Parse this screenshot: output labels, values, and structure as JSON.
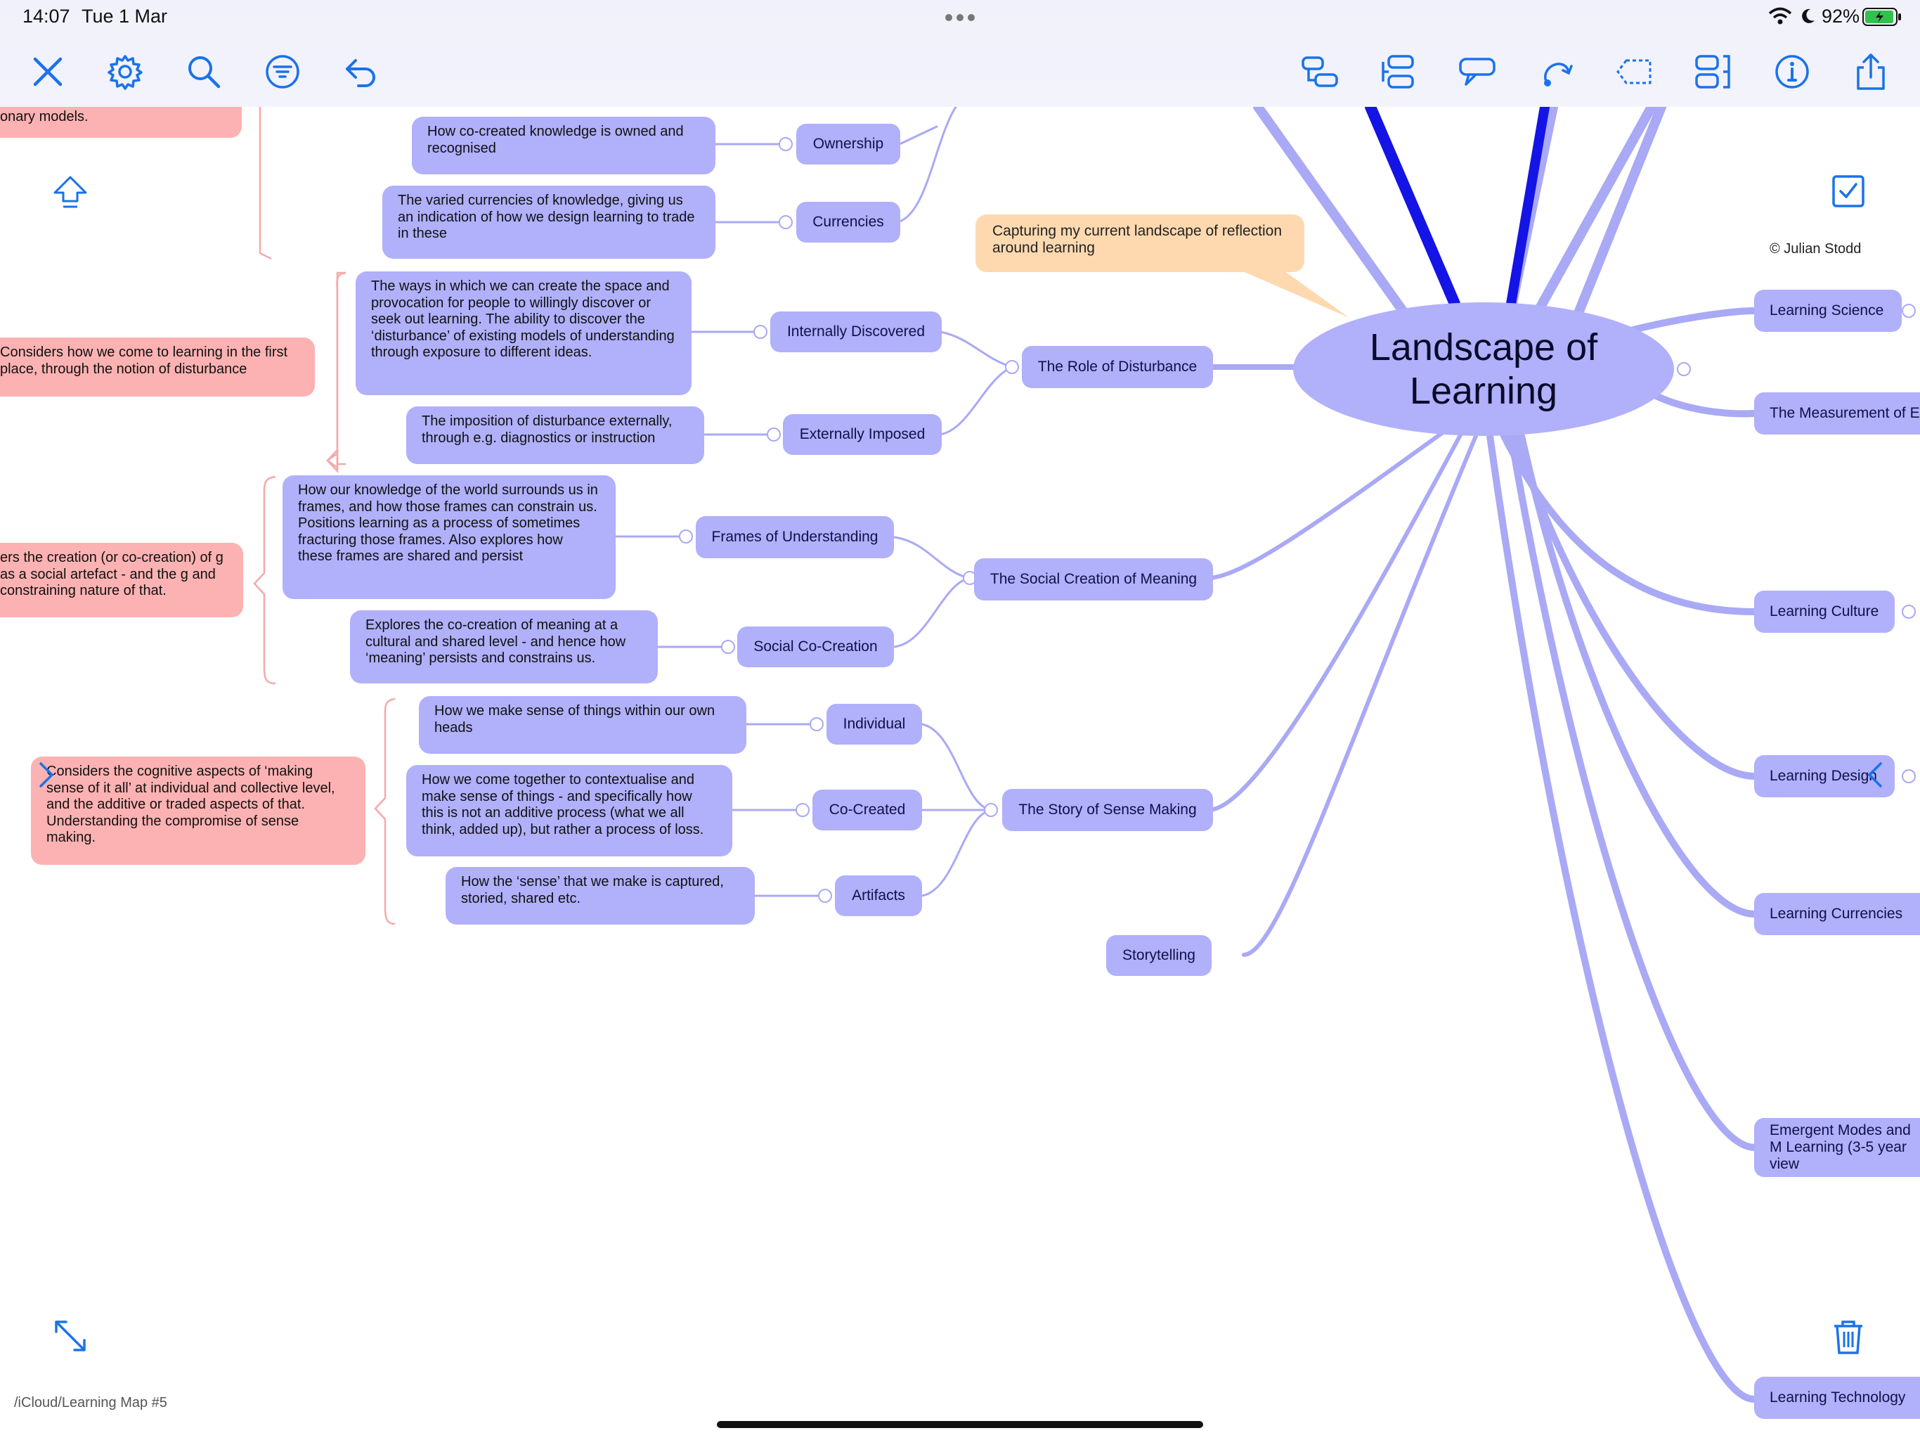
{
  "status_bar": {
    "time": "14:07",
    "date": "Tue 1 Mar",
    "battery": "92%"
  },
  "toolbar": {
    "left_icons": [
      "close-icon",
      "gear-icon",
      "search-icon",
      "filter-icon",
      "undo-icon"
    ],
    "right_icons": [
      "add-child-icon",
      "add-sibling-icon",
      "callout-icon",
      "relation-icon",
      "boundary-icon",
      "outline-icon",
      "info-icon",
      "share-icon"
    ],
    "accent_color": "#1a73e8"
  },
  "map": {
    "central_topic": {
      "line1": "Landscape of",
      "line2": "Learning"
    },
    "callout": "Capturing my current landscape of reflection around learning",
    "copyright": "© Julian Stodd",
    "left_branches": {
      "ownership": "Ownership",
      "currencies": "Currencies",
      "role_of_disturbance": "The Role of Disturbance",
      "internally_discovered": "Internally Discovered",
      "externally_imposed": "Externally Imposed",
      "social_creation": "The Social Creation of Meaning",
      "frames_of_understanding": "Frames of Understanding",
      "social_co_creation": "Social Co-Creation",
      "story_of_sense_making": "The Story of Sense Making",
      "individual": "Individual",
      "co_created": "Co-Created",
      "artifacts": "Artifacts",
      "storytelling": "Storytelling"
    },
    "notes": {
      "ownership": "How co-created knowledge is owned and recognised",
      "currencies": "The varied currencies of knowledge, giving us an indication of how we design learning to trade in these",
      "internally_discovered": "The ways in which we can create the space and provocation for people to willingly discover or seek out learning. The ability to discover the ‘disturbance’ of existing models of understanding through exposure to different ideas.",
      "externally_imposed": "The imposition of disturbance externally, through e.g. diagnostics or instruction",
      "frames_of_understanding": "How our knowledge of the world surrounds us in frames, and how those frames can constrain us. Positions learning as a process of sometimes fracturing those frames. Also explores how these frames are shared and persist",
      "social_co_creation": "Explores the co-creation of meaning at a cultural and shared level - and hence how ‘meaning’ persists and constrains us.",
      "individual": "How we make sense of things within our own heads",
      "co_created": "How we come together to contextualise and make sense of things - and specifically how this is not an additive process (what we all think, added up), but rather a process of loss.",
      "artifacts": "How the ‘sense’ that we make is captured, storied, shared etc."
    },
    "pink_notes": {
      "top": "onary models.",
      "disturbance": "Considers how we come to learning in the first place, through the notion of disturbance",
      "social": "ers the creation (or co-creation) of g as a social artefact - and the g and constraining nature of that.",
      "sense_making": "Considers the cognitive aspects of ‘making sense of it all’ at individual and collective level, and the additive or traded aspects of that. Understanding the compromise of sense making."
    },
    "right_branches": {
      "learning_science": "Learning Science",
      "measurement": "The Measurement of E",
      "learning_culture": "Learning Culture",
      "learning_design": "Learning Design",
      "learning_currencies": "Learning Currencies",
      "emergent_modes": "Emergent Modes and M Learning (3-5 year view",
      "learning_technology": "Learning Technology"
    },
    "colors": {
      "node": "#b0b0fb",
      "branch": "#a9a9f5",
      "highlight": "#1414e6",
      "pink": "#fcb2b2",
      "orange": "#fed9b0",
      "bracket": "#f4a9a9"
    }
  },
  "footer": {
    "path": "/iCloud/Learning Map #5"
  },
  "floating_icons": [
    "collapse-up-icon",
    "checkbox-icon",
    "expand-icon",
    "trash-icon"
  ]
}
